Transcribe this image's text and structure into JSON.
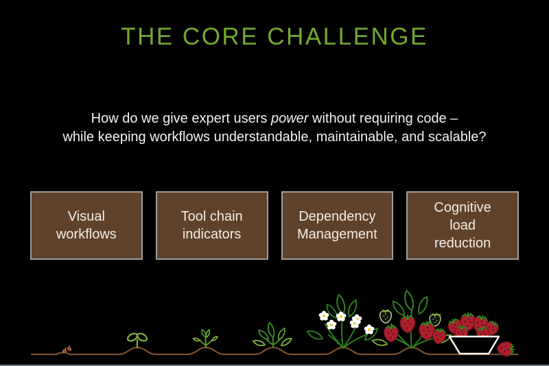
{
  "slide": {
    "title": "THE CORE CHALLENGE",
    "question": {
      "line1_pre": "How do we give expert users ",
      "line1_emphasis": "power",
      "line1_post": " without requiring code –",
      "line2": "while keeping workflows understandable, maintainable, and scalable?"
    },
    "boxes": [
      {
        "label": "Visual\nworkflows"
      },
      {
        "label": "Tool chain\nindicators"
      },
      {
        "label": "Dependency\nManagement"
      },
      {
        "label": "Cognitive\nload\nreduction"
      }
    ],
    "illustration": {
      "stages": [
        "seed",
        "sprout",
        "seedling",
        "young-plant",
        "flowering-plant",
        "fruiting-plant",
        "harvest-bowl",
        "picked-strawberry"
      ]
    },
    "colors": {
      "background": "#000000",
      "title_green": "#74a832",
      "body_text": "#f2f2f2",
      "box_fill": "#5e422c",
      "box_border": "#a39e96",
      "ground_brown": "#7b4e2c",
      "leaf_green_dark": "#2e7e20",
      "leaf_green_light": "#7fb43c",
      "strawberry_red": "#ad1f2d",
      "flower_white": "#ffffff",
      "flower_yellow": "#ecd32f",
      "bowl_white": "#ffffff"
    }
  }
}
